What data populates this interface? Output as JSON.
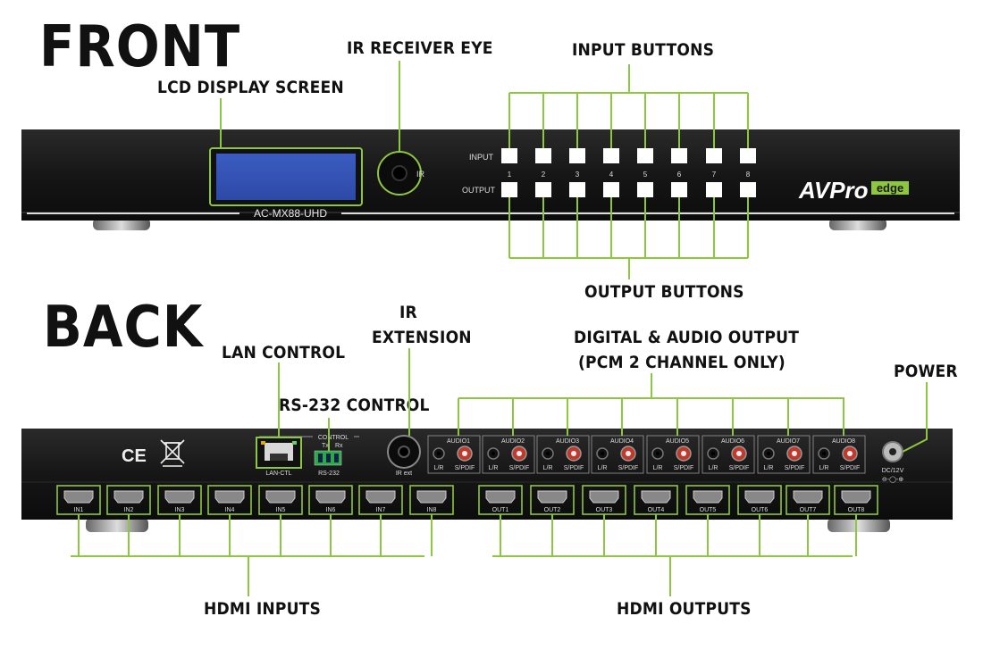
{
  "front": {
    "heading": "FRONT",
    "callouts": {
      "lcd": "LCD DISPLAY SCREEN",
      "ir_eye": "IR RECEIVER EYE",
      "input_buttons": "INPUT BUTTONS",
      "output_buttons": "OUTPUT BUTTONS"
    },
    "panel": {
      "model": "AC-MX88-UHD",
      "ir_label": "IR",
      "input_row_label": "INPUT",
      "output_row_label": "OUTPUT",
      "button_numbers": [
        "1",
        "2",
        "3",
        "4",
        "5",
        "6",
        "7",
        "8"
      ],
      "logo_main": "AVPro",
      "logo_sub": "edge"
    }
  },
  "back": {
    "heading": "BACK",
    "callouts": {
      "lan": "LAN CONTROL",
      "rs232": "RS-232 CONTROL",
      "ir_ext_line1": "IR",
      "ir_ext_line2": "EXTENSION",
      "audio_line1": "DIGITAL & AUDIO OUTPUT",
      "audio_line2": "(PCM 2 CHANNEL ONLY)",
      "power": "POWER",
      "hdmi_inputs": "HDMI INPUTS",
      "hdmi_outputs": "HDMI OUTPUTS"
    },
    "panel": {
      "control_label": "CONTROL",
      "lan_port_label": "LAN-CTL",
      "rs232_label": "RS-232",
      "tx": "Tx",
      "rx": "Rx",
      "ir_ext_label": "IR ext",
      "ce_mark": "CE",
      "audio_groups": [
        "AUDIO1",
        "AUDIO2",
        "AUDIO3",
        "AUDIO4",
        "AUDIO5",
        "AUDIO6",
        "AUDIO7",
        "AUDIO8"
      ],
      "lr_label": "L/R",
      "spdif_label": "S/PDIF",
      "power_label": "DC/12V",
      "hdmi_in": [
        "IN1",
        "IN2",
        "IN3",
        "IN4",
        "IN5",
        "IN6",
        "IN7",
        "IN8"
      ],
      "hdmi_out": [
        "OUT1",
        "OUT2",
        "OUT3",
        "OUT4",
        "OUT5",
        "OUT6",
        "OUT7",
        "OUT8"
      ]
    }
  },
  "colors": {
    "callout_line": "#8dc63f",
    "chassis": "#1c1c1c",
    "lcd": "#4a6fd0",
    "button": "#ffffff",
    "logo_accent": "#8dc63f",
    "rca_red": "#c0392b"
  }
}
